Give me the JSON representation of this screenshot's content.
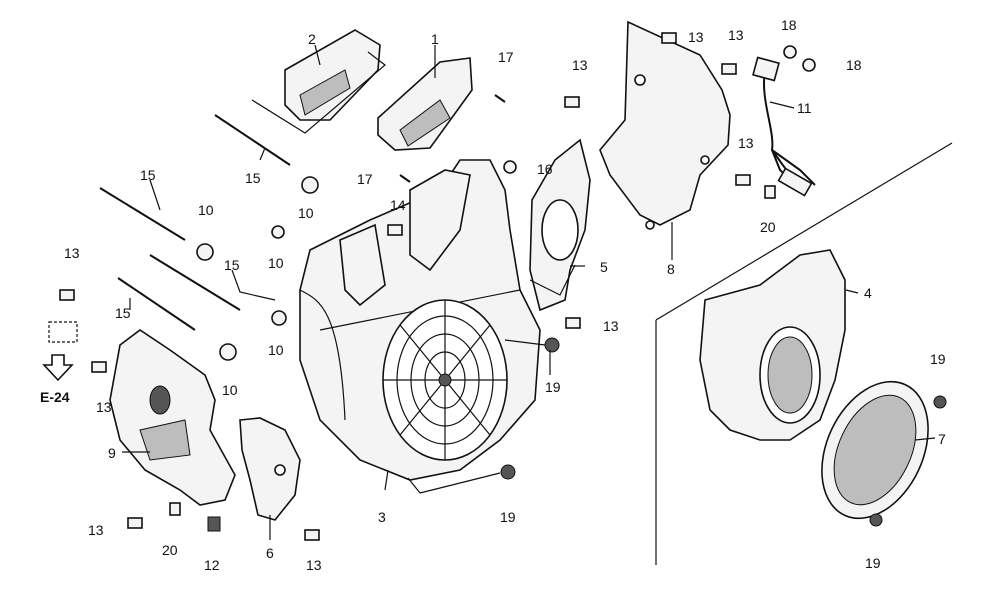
{
  "callouts": {
    "c1": "1",
    "c2": "2",
    "c3": "3",
    "c4": "4",
    "c5": "5",
    "c6": "6",
    "c7": "7",
    "c8": "8",
    "c9": "9",
    "c11": "11",
    "c12": "12",
    "c13": "13",
    "c14": "14",
    "c15": "15",
    "c16": "16",
    "c17": "17",
    "c18": "18",
    "c19": "19",
    "c20": "20",
    "c10": "10"
  },
  "reference": "E-24"
}
